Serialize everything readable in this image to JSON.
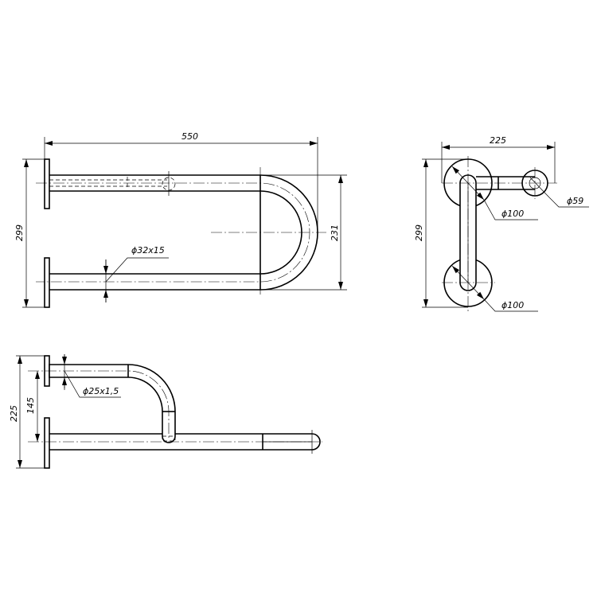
{
  "front_view": {
    "dim_length": "550",
    "dim_height": "299",
    "dim_bend": "231",
    "tube_spec": "ϕ32x15"
  },
  "side_view": {
    "dim_width": "225",
    "dim_height": "299",
    "flange_top": "ϕ100",
    "flange_bottom": "ϕ100",
    "small_flange": "ϕ59"
  },
  "top_view": {
    "dim_depth": "225",
    "dim_offset": "145",
    "tube_spec": "ϕ25x1,5"
  }
}
